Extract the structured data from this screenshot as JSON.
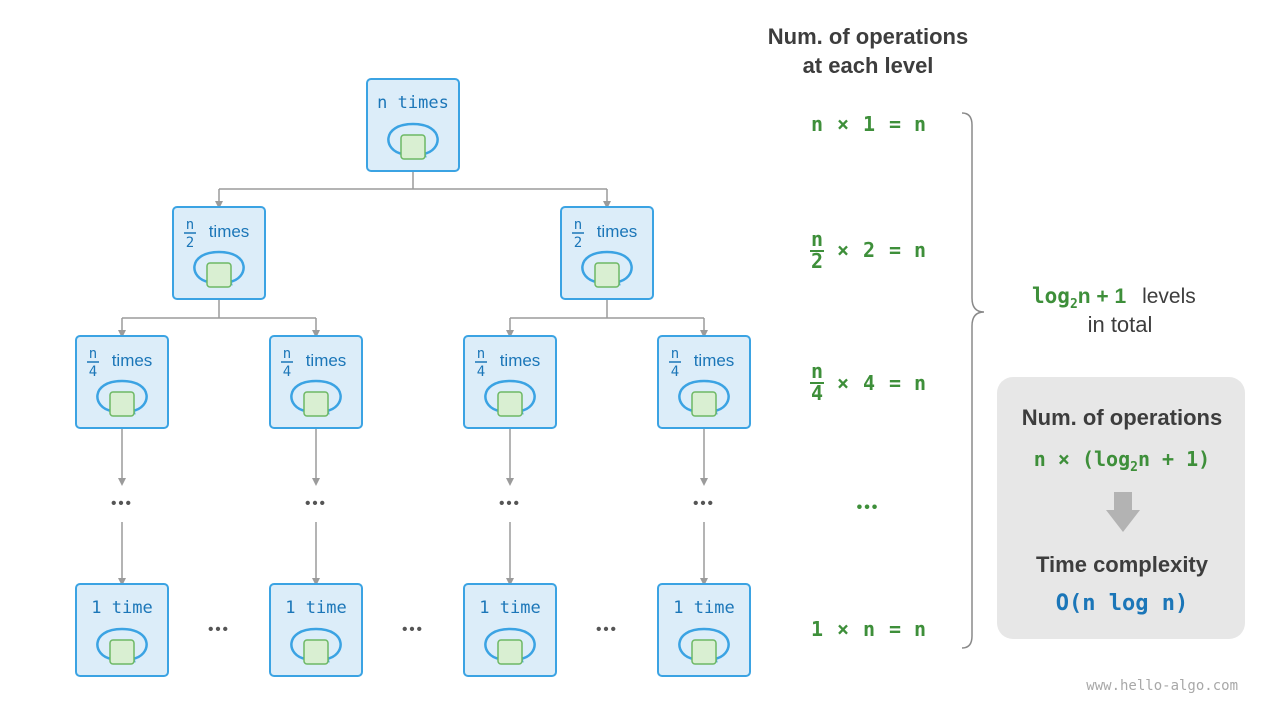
{
  "colors": {
    "node_fill": "#dcedf9",
    "node_stroke": "#3ba3e3",
    "loop_stroke": "#3ba3e3",
    "box_fill": "#d9efd2",
    "box_stroke": "#6db864",
    "connector": "#9b9b9b",
    "node_text": "#1b76b8",
    "formula_green": "#3e8f3a",
    "heading": "#3d3d3d",
    "panel_bg": "#e7e7e7",
    "arrow_gray": "#b3b3b3",
    "result_blue": "#1b76b8",
    "watermark": "#a8a8a8"
  },
  "tree": {
    "root_label": "n times",
    "level1_num": "n",
    "level1_den": "2",
    "level1_word": "times",
    "level2_num": "n",
    "level2_den": "4",
    "level2_word": "times",
    "leaf_label": "1 time",
    "ellipsis": "•••"
  },
  "right": {
    "heading_line1": "Num. of operations",
    "heading_line2": "at each level",
    "row1": {
      "lhs": "n",
      "op": "×",
      "factor": "1",
      "eq": "=",
      "rhs": "n"
    },
    "row2": {
      "num": "n",
      "den": "2",
      "op": "×",
      "factor": "2",
      "eq": "=",
      "rhs": "n"
    },
    "row3": {
      "num": "n",
      "den": "4",
      "op": "×",
      "factor": "4",
      "eq": "=",
      "rhs": "n"
    },
    "row4": {
      "lhs": "1",
      "op": "×",
      "factor": "n",
      "eq": "=",
      "rhs": "n"
    },
    "ellipsis": "•••",
    "levels_log": "log",
    "levels_sub": "2",
    "levels_rest": "n + 1",
    "levels_word": "levels",
    "levels_line2": "in total"
  },
  "panel": {
    "title": "Num. of operations",
    "formula_pre": "n × (log",
    "formula_sub": "2",
    "formula_post": "n + 1)",
    "subtitle": "Time complexity",
    "result": "O(n log n)"
  },
  "watermark": "www.hello-algo.com"
}
